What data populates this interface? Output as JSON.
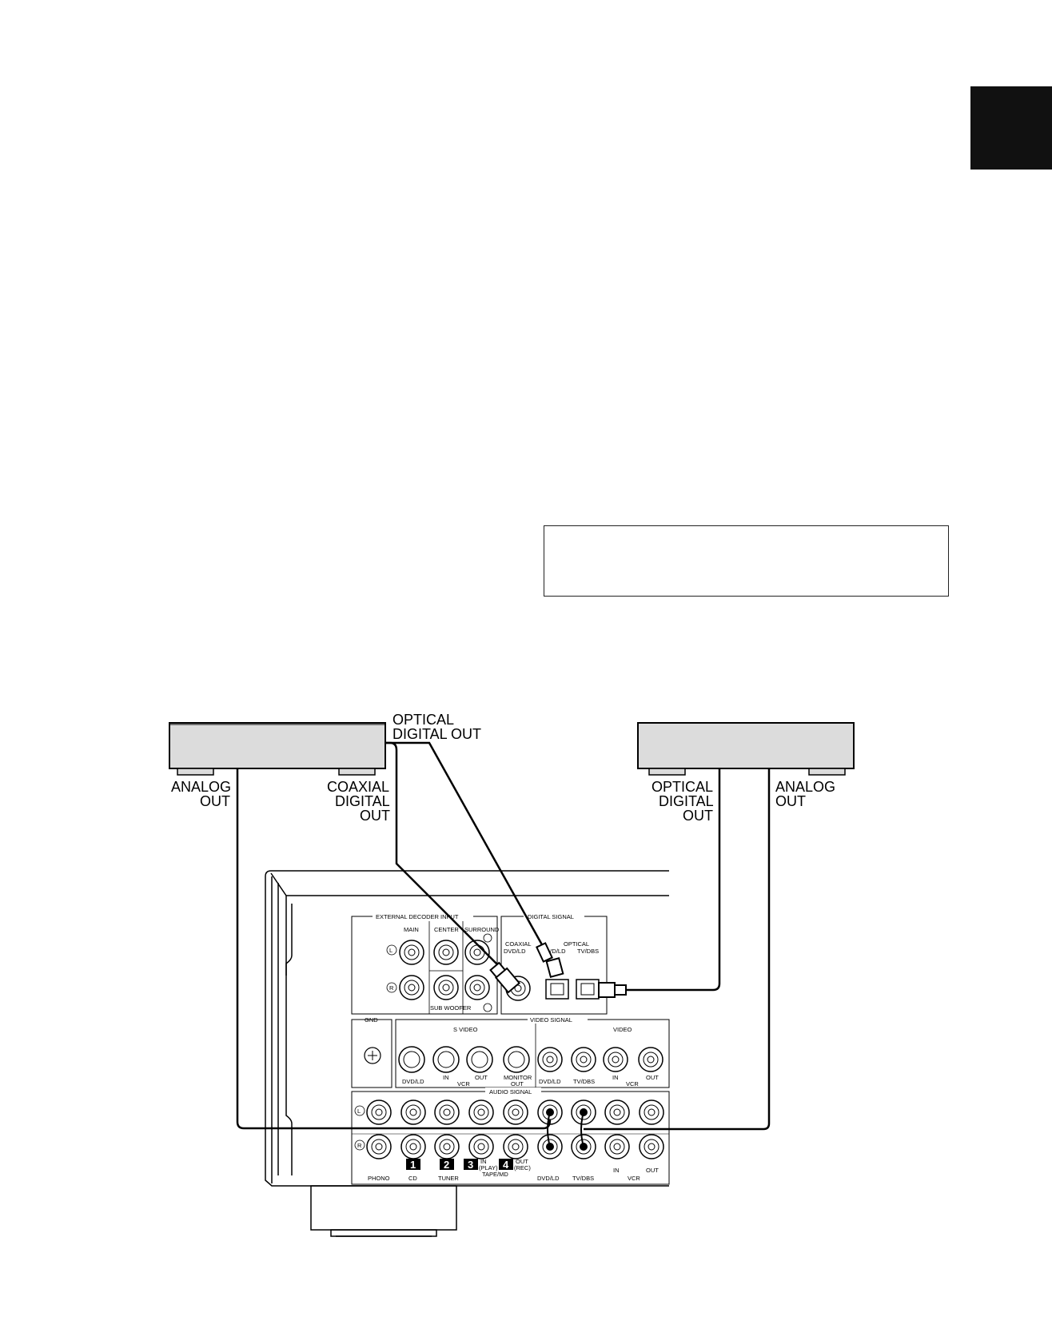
{
  "labels": {
    "left_analog": [
      "ANALOG",
      "OUT"
    ],
    "left_coaxial": [
      "COAXIAL",
      "DIGITAL",
      "OUT"
    ],
    "top_optical": [
      "OPTICAL",
      "DIGITAL OUT"
    ],
    "right_optical": [
      "OPTICAL",
      "DIGITAL",
      "OUT"
    ],
    "right_analog": [
      "ANALOG",
      "OUT"
    ]
  },
  "panel": {
    "ext_decoder": "EXTERNAL DECODER INPUT",
    "main": "MAIN",
    "center": "CENTER",
    "surround": "SURROUND",
    "sub_woofer": "SUB WOOFER",
    "digital_signal": "DIGITAL SIGNAL",
    "coaxial": "COAXIAL",
    "optical": "OPTICAL",
    "dvd_ld": "DVD/LD",
    "tv_dbs": "TV/DBS",
    "gnd": "GND",
    "s_video": "S VIDEO",
    "video_signal": "VIDEO SIGNAL",
    "video": "VIDEO",
    "in": "IN",
    "out": "OUT",
    "vcr": "VCR",
    "monitor_out": [
      "MONITOR",
      "OUT"
    ],
    "audio_signal": "AUDIO SIGNAL",
    "phono": "PHONO",
    "cd": "CD",
    "tuner": "TUNER",
    "tape_md": "TAPE/MD",
    "in_play": [
      "IN",
      "(PLAY)"
    ],
    "out_rec": [
      "OUT",
      "(REC)"
    ],
    "num1": "1",
    "num2": "2",
    "num3": "3",
    "num4": "4",
    "l": "L",
    "r": "R"
  }
}
